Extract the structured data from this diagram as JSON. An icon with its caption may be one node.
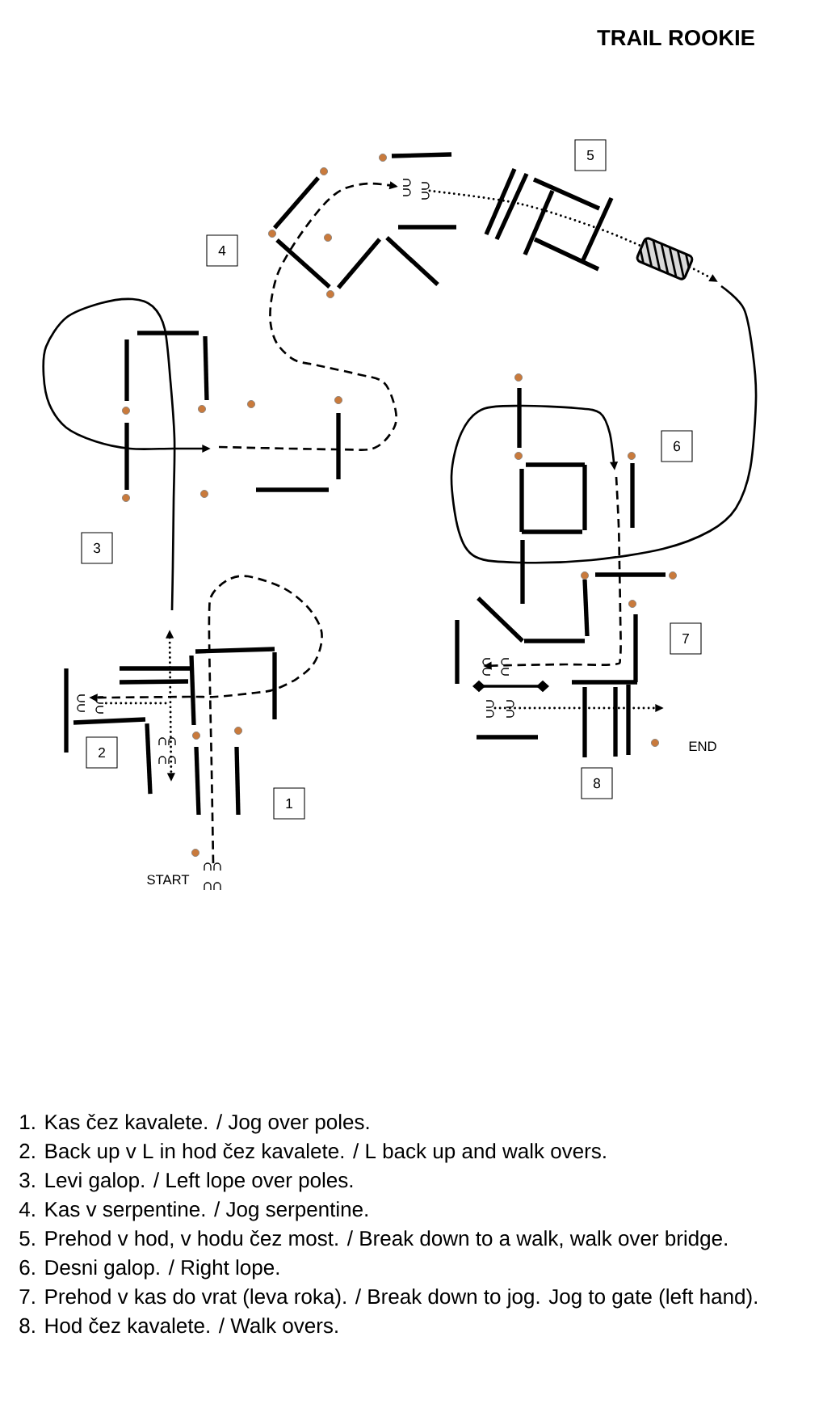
{
  "diagram": {
    "title": "TRAIL ROOKIE",
    "nodes": [
      {
        "text": [
          "5"
        ]
      },
      {
        "text": [
          "4"
        ]
      },
      {
        "text": [
          "6"
        ]
      },
      {
        "text": [
          "3"
        ]
      },
      {
        "text": [
          "7"
        ]
      },
      {
        "text": [
          "2"
        ]
      },
      {
        "text": [
          "8"
        ]
      },
      {
        "text": [
          "1"
        ]
      }
    ],
    "labels": [
      "END",
      "START",
      "1. Kas čez kavalete. / Jog over poles.",
      "2. Back up v L in hod čez kavalete. / L back up and walk overs.",
      "3. Levi galop. / Left lope over poles.",
      "4. Kas v serpentine. / Jog serpentine.",
      "5. Prehod v hod, v hodu čez most. / Break down to a walk, walk over bridge.",
      "6. Desni galop. / Right lope.",
      "7. Prehod v kas do vrat (leva roka). / Break down to jog. Jog to gate (left hand).",
      "8. Hod čez kavalete. / Walk overs."
    ]
  }
}
